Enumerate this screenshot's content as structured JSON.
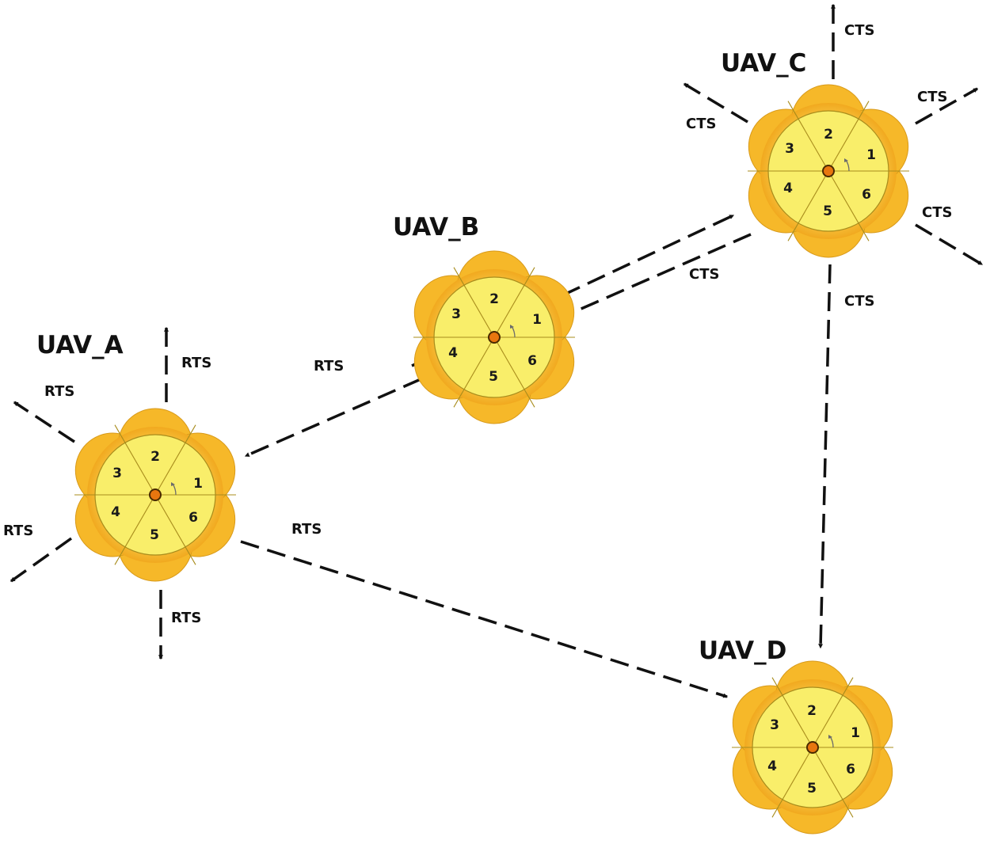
{
  "palette": {
    "petal_outer": "#F6B829",
    "petal_inner": "#FCE27A",
    "face": "#F9EE6A",
    "face_edge": "#A88C1C",
    "line": "#111111",
    "center_dot": "#E8760F"
  },
  "nodes": [
    {
      "id": "a",
      "label": "UAV_A",
      "sectors": [
        "1",
        "2",
        "3",
        "4",
        "5",
        "6"
      ]
    },
    {
      "id": "b",
      "label": "UAV_B",
      "sectors": [
        "1",
        "2",
        "3",
        "4",
        "5",
        "6"
      ]
    },
    {
      "id": "c",
      "label": "UAV_C",
      "sectors": [
        "1",
        "2",
        "3",
        "4",
        "5",
        "6"
      ]
    },
    {
      "id": "d",
      "label": "UAV_D",
      "sectors": [
        "1",
        "2",
        "3",
        "4",
        "5",
        "6"
      ]
    }
  ],
  "labels": {
    "rts_a_up": "RTS",
    "rts_a_upleft": "RTS",
    "rts_a_downleft": "RTS",
    "rts_a_down": "RTS",
    "rts_b_to_a": "RTS",
    "rts_a_to_d": "RTS",
    "cts_c_up": "CTS",
    "cts_c_upleft": "CTS",
    "cts_c_upright": "CTS",
    "cts_c_downright": "CTS",
    "cts_c_to_a": "CTS",
    "cts_c_to_d": "CTS"
  }
}
